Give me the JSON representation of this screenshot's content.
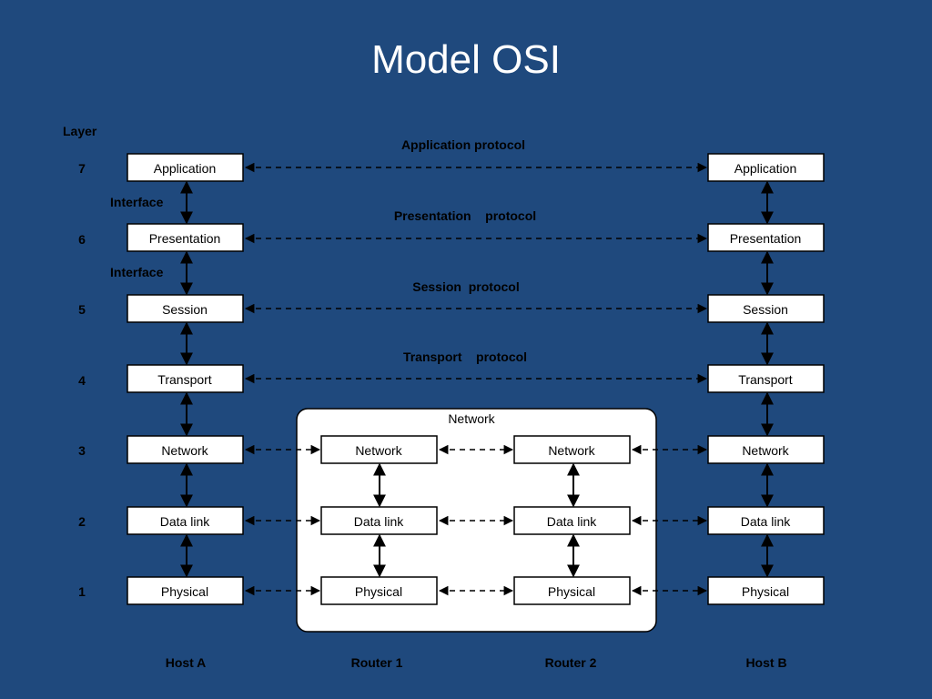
{
  "slide": {
    "title": "Model OSI"
  },
  "diagram": {
    "layer_heading": "Layer",
    "layers": [
      {
        "number": "7",
        "name": "Application"
      },
      {
        "number": "6",
        "name": "Presentation"
      },
      {
        "number": "5",
        "name": "Session"
      },
      {
        "number": "4",
        "name": "Transport"
      },
      {
        "number": "3",
        "name": "Network"
      },
      {
        "number": "2",
        "name": "Data link"
      },
      {
        "number": "1",
        "name": "Physical"
      }
    ],
    "protocols": [
      "Application protocol",
      "Presentation    protocol",
      "Session  protocol",
      "Transport    protocol"
    ],
    "interfaces": [
      "Interface",
      "Interface"
    ],
    "network_label": "Network",
    "router_layers": [
      "Network",
      "Data link",
      "Physical"
    ],
    "columns": [
      "Host A",
      "Router 1",
      "Router 2",
      "Host B"
    ],
    "colors": {
      "background": "#1f497d",
      "box": "#ffffff",
      "line": "#000000"
    }
  }
}
